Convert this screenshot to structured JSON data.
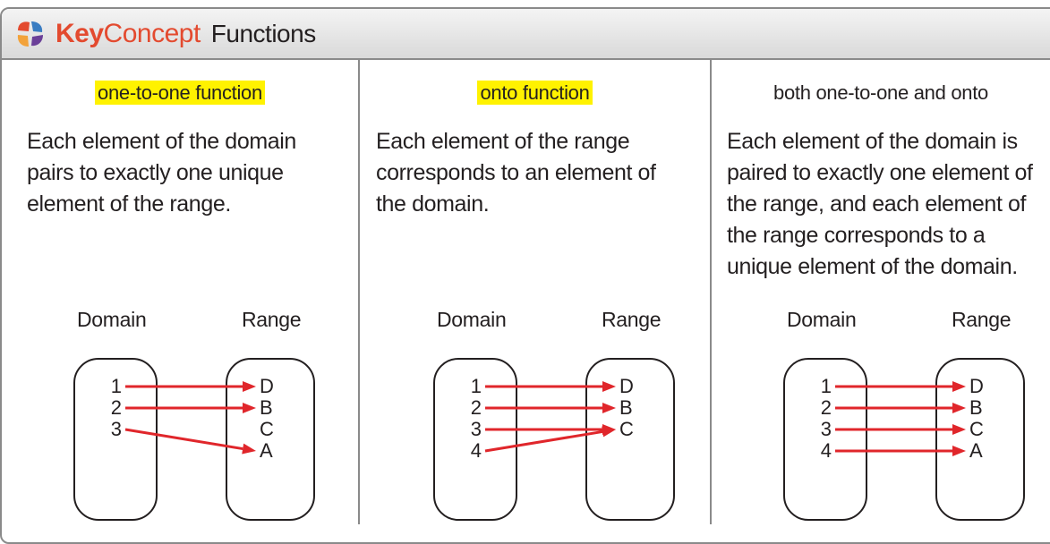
{
  "header": {
    "key": "Key",
    "concept": "Concept",
    "topic": "Functions"
  },
  "colors": {
    "accent": "#e34a2f",
    "highlight": "#fff200",
    "arrow": "#e0262b"
  },
  "panels": [
    {
      "title": "one-to-one function",
      "highlighted": true,
      "lines": [
        "Each element of the domain",
        "pairs to exactly one unique",
        "element of the range."
      ],
      "domain_label": "Domain",
      "range_label": "Range",
      "domain": [
        "1",
        "2",
        "3"
      ],
      "range": [
        "D",
        "B",
        "C",
        "A"
      ],
      "mappings": [
        [
          "1",
          "D"
        ],
        [
          "2",
          "B"
        ],
        [
          "3",
          "A"
        ]
      ]
    },
    {
      "title": "onto function",
      "highlighted": true,
      "lines": [
        "Each element of the range",
        "corresponds to an element of",
        "the domain."
      ],
      "domain_label": "Domain",
      "range_label": "Range",
      "domain": [
        "1",
        "2",
        "3",
        "4"
      ],
      "range": [
        "D",
        "B",
        "C"
      ],
      "mappings": [
        [
          "1",
          "D"
        ],
        [
          "2",
          "B"
        ],
        [
          "3",
          "C"
        ],
        [
          "4",
          "C"
        ]
      ]
    },
    {
      "title": "both one-to-one and onto",
      "highlighted": false,
      "lines": [
        "Each element of the domain is",
        "paired to exactly one element of",
        "the range, and each element of",
        "the range corresponds to a",
        "unique element of the domain."
      ],
      "domain_label": "Domain",
      "range_label": "Range",
      "domain": [
        "1",
        "2",
        "3",
        "4"
      ],
      "range": [
        "D",
        "B",
        "C",
        "A"
      ],
      "mappings": [
        [
          "1",
          "D"
        ],
        [
          "2",
          "B"
        ],
        [
          "3",
          "C"
        ],
        [
          "4",
          "A"
        ]
      ]
    }
  ]
}
